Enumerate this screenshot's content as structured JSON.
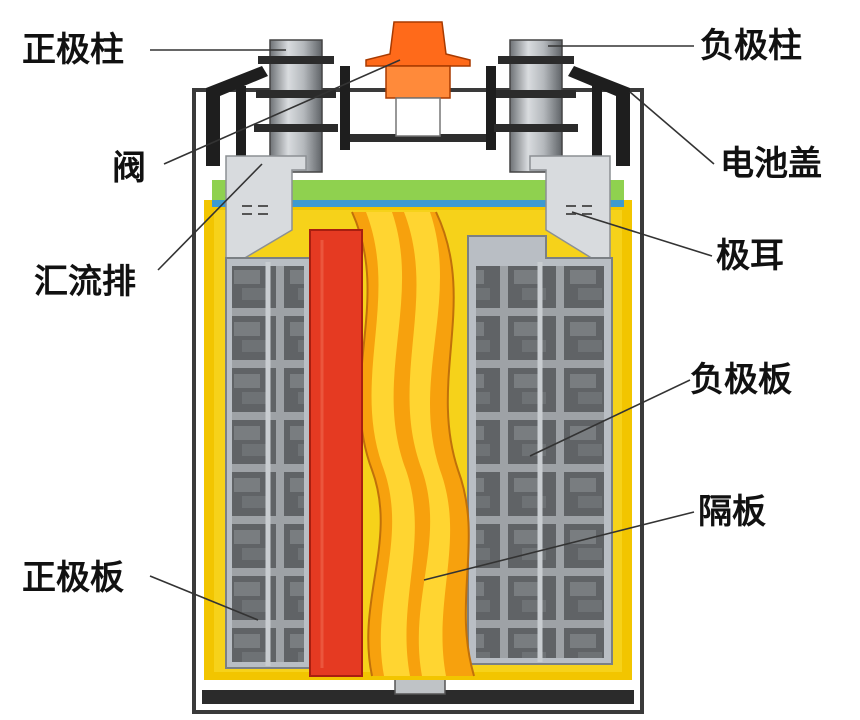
{
  "labels": {
    "positive_post": "正极柱",
    "negative_post": "负极柱",
    "valve": "阀",
    "battery_lid": "电池盖",
    "busbar": "汇流排",
    "tab": "极耳",
    "negative_plate": "负极板",
    "separator": "隔板",
    "positive_plate": "正极板"
  },
  "colors": {
    "case_outline": "#2b2b2b",
    "case_lining": "#f2c500",
    "green_layer": "#8fd14f",
    "blue_layer": "#3d9ad1",
    "positive_plate": "#e53a22",
    "separator_orange": "#f7a10d",
    "separator_yellow": "#ffd531",
    "grid_metal": "#b9bec4",
    "grid_cell": "#6b6e72",
    "valve": "#ff6a1a",
    "post_metal": "#a7abb0"
  }
}
